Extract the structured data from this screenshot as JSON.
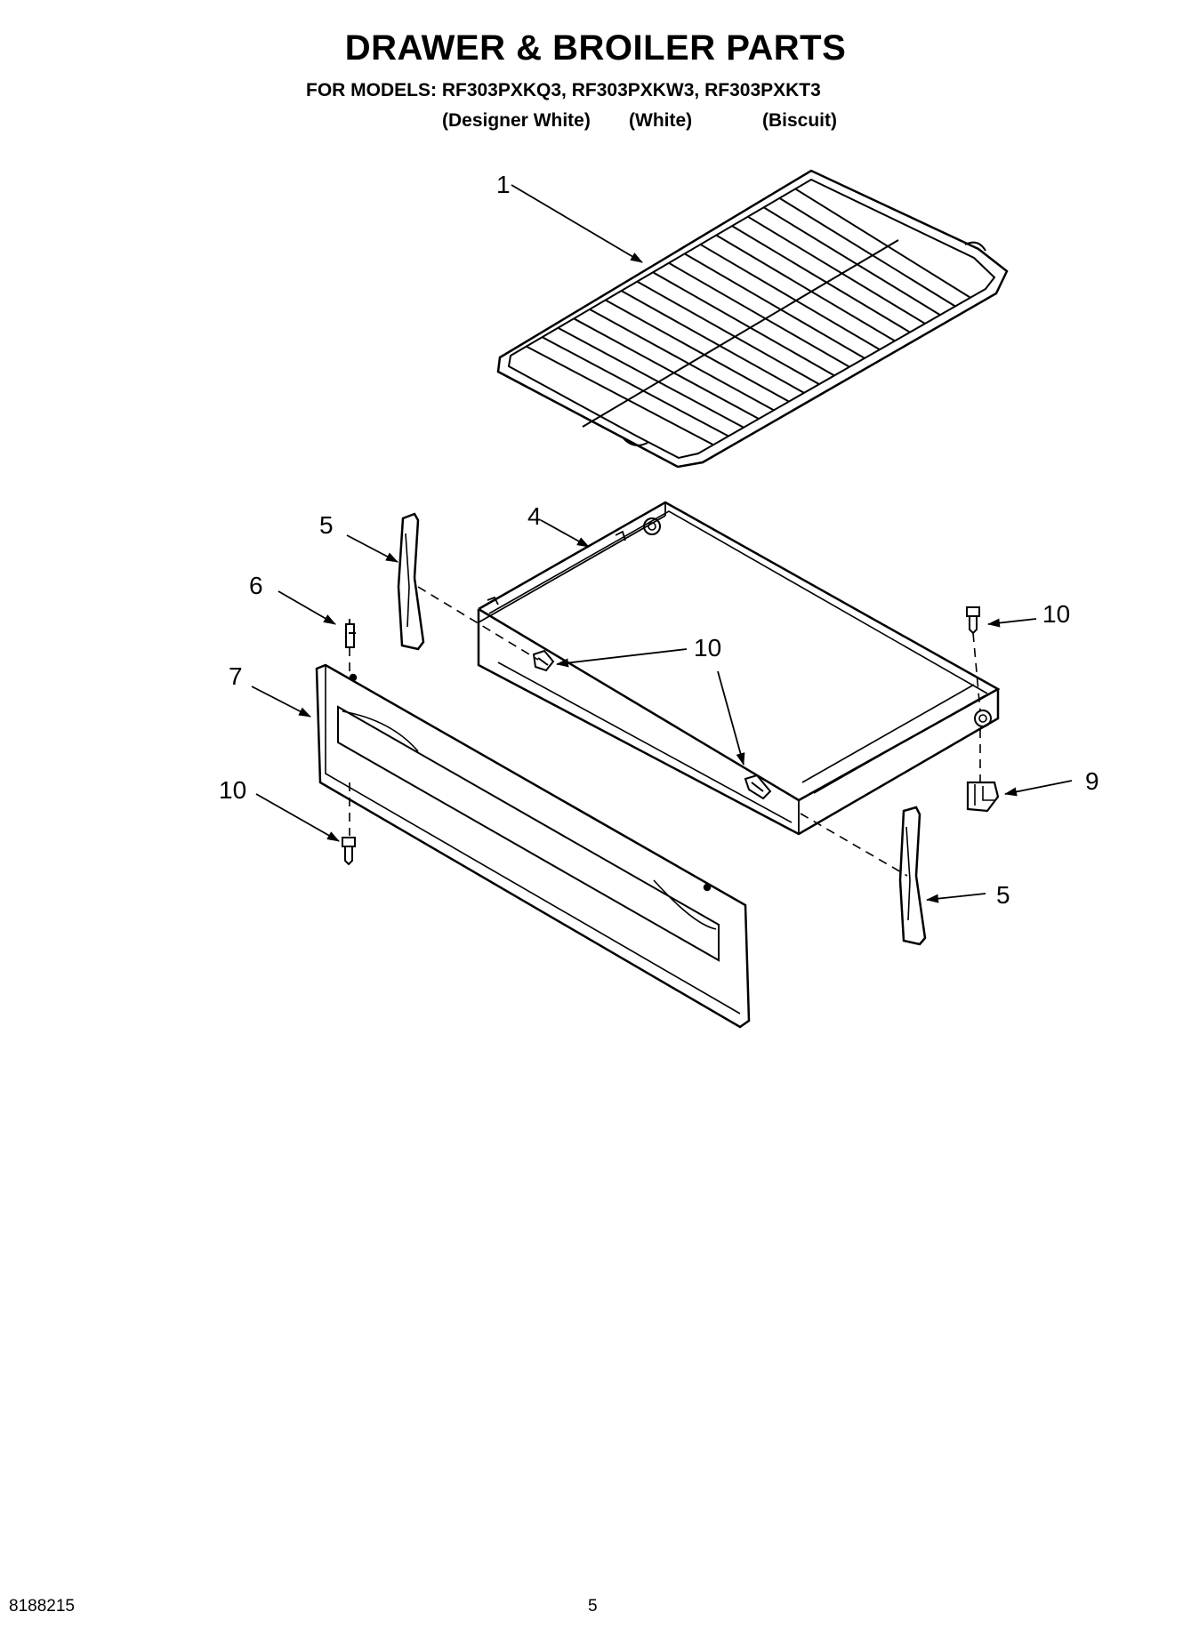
{
  "header": {
    "title": "DRAWER & BROILER PARTS",
    "models_line": "FOR MODELS: RF303PXKQ3, RF303PXKW3, RF303PXKT3",
    "variants": [
      "(Designer White)",
      "(White)",
      "(Biscuit)"
    ]
  },
  "callouts": {
    "c1": "1",
    "c4": "4",
    "c5_left": "5",
    "c5_right": "5",
    "c6": "6",
    "c7": "7",
    "c9": "9",
    "c10_top_right": "10",
    "c10_middle": "10",
    "c10_left": "10"
  },
  "footer": {
    "doc_number": "8188215",
    "page_number": "5"
  }
}
